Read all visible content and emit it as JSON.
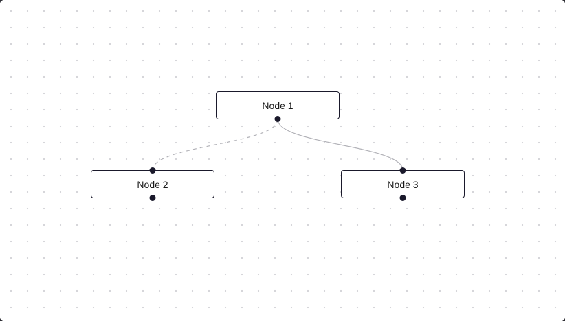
{
  "app": {
    "type": "node-flow-canvas"
  },
  "theme": {
    "canvas_bg": "#ffffff",
    "dot_color": "#d4d4d8",
    "frame_corner_color": "#2b2b31",
    "node_background": "#ffffff",
    "node_border": "#1a192b",
    "node_text": "#1a1a1a",
    "edge_color": "#b1b1b7",
    "handle_color": "#1a192b"
  },
  "nodes": [
    {
      "id": "1",
      "label": "Node 1",
      "handles": [
        "source-bottom"
      ]
    },
    {
      "id": "2",
      "label": "Node 2",
      "handles": [
        "target-top",
        "source-bottom"
      ]
    },
    {
      "id": "3",
      "label": "Node 3",
      "handles": [
        "target-top",
        "source-bottom"
      ]
    }
  ],
  "edges": [
    {
      "id": "e1-2",
      "source": "1",
      "target": "2",
      "line_style": "dashed"
    },
    {
      "id": "e1-3",
      "source": "1",
      "target": "3",
      "line_style": "solid"
    }
  ]
}
